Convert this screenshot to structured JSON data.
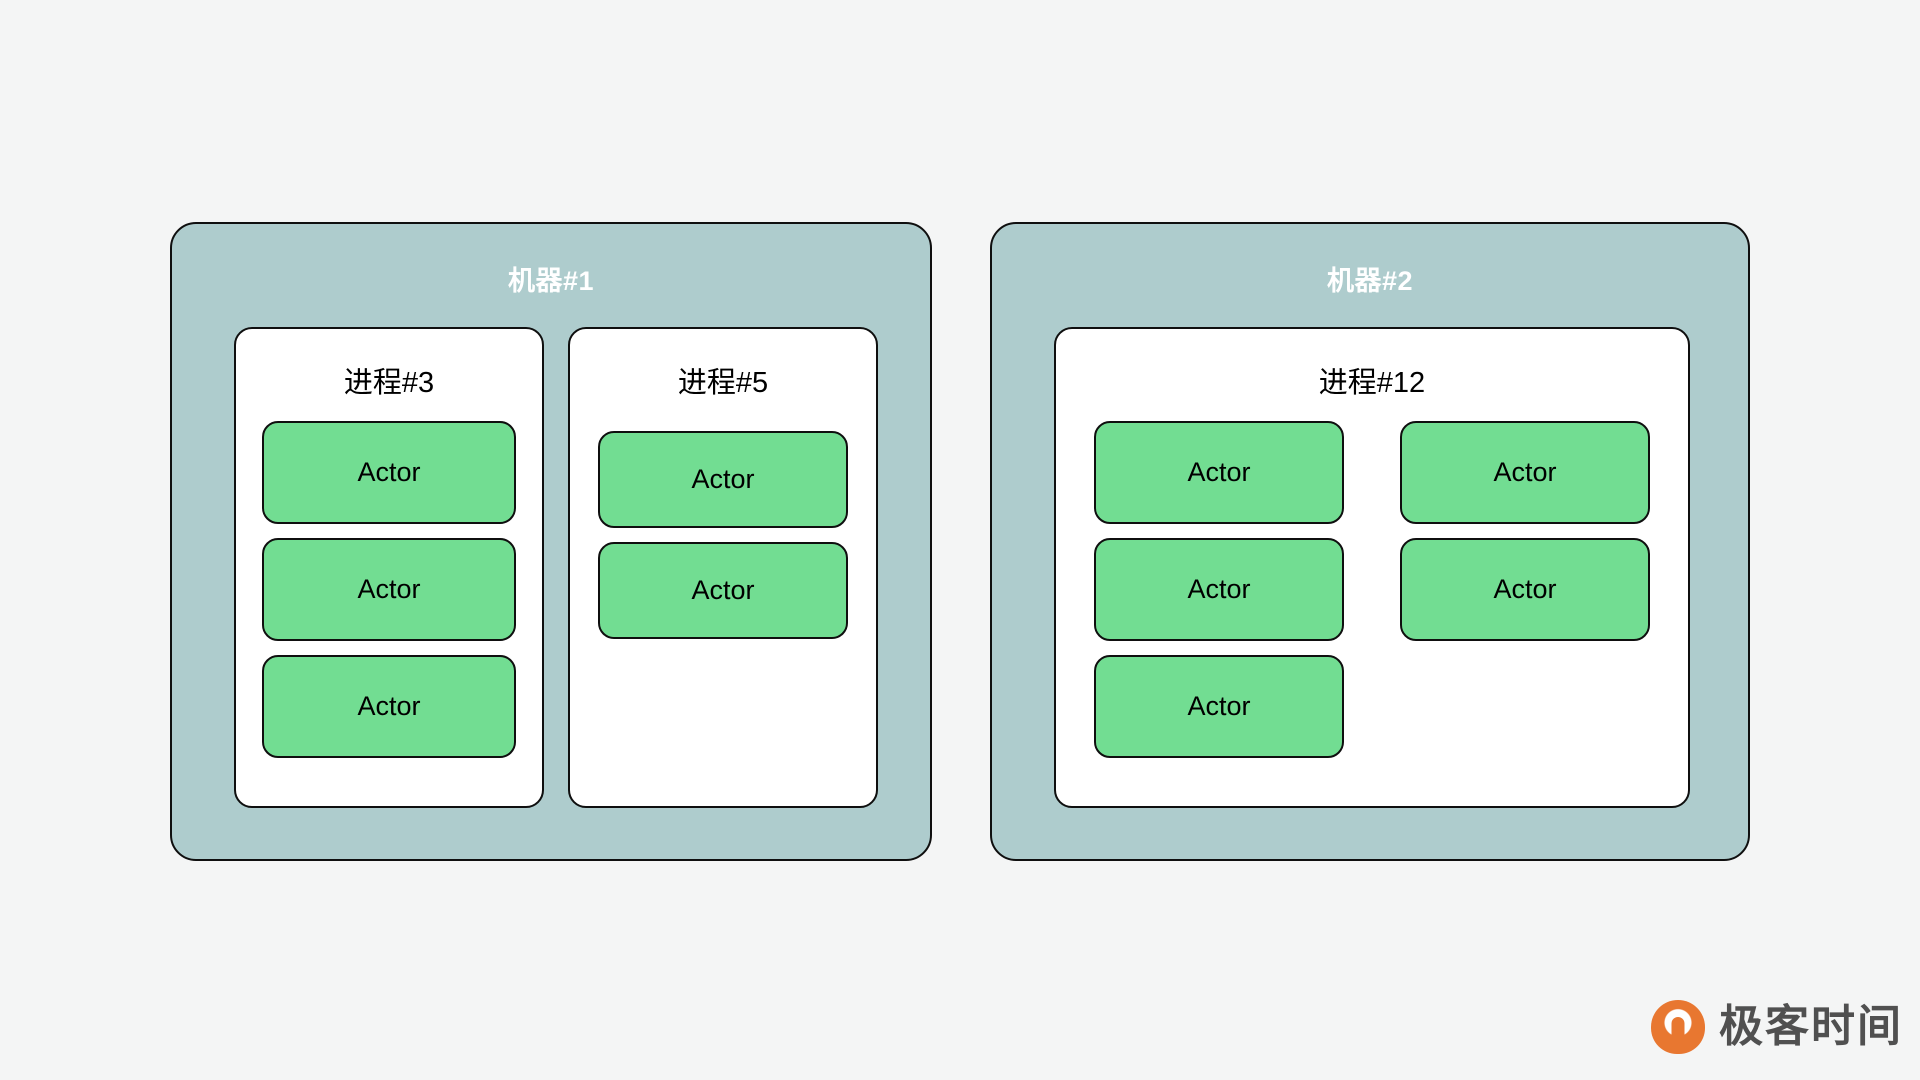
{
  "page": {
    "background_color": "#f4f5f5",
    "title": "Actor model deployment diagram"
  },
  "colors": {
    "machine_fill": "#aecccd",
    "process_fill": "#ffffff",
    "actor_fill": "#72dd92",
    "stroke": "#0f0f0f",
    "machine_label_color": "#ffffff",
    "text_color": "#000000",
    "watermark_orange": "#e8732a",
    "watermark_text": "#4b4b4b"
  },
  "machines": [
    {
      "id": "machine-1",
      "label": "机器#1",
      "processes": [
        {
          "id": "process-3",
          "label": "进程#3",
          "columns": [
            {
              "actors": [
                "Actor",
                "Actor",
                "Actor"
              ]
            }
          ]
        },
        {
          "id": "process-5",
          "label": "进程#5",
          "columns": [
            {
              "actors": [
                "Actor",
                "Actor"
              ]
            }
          ]
        }
      ]
    },
    {
      "id": "machine-2",
      "label": "机器#2",
      "processes": [
        {
          "id": "process-12",
          "label": "进程#12",
          "columns": [
            {
              "actors": [
                "Actor",
                "Actor",
                "Actor"
              ]
            },
            {
              "actors": [
                "Actor",
                "Actor"
              ]
            }
          ]
        }
      ]
    }
  ],
  "watermark": {
    "text": "极客时间",
    "icon": "geektime-logo-icon"
  }
}
